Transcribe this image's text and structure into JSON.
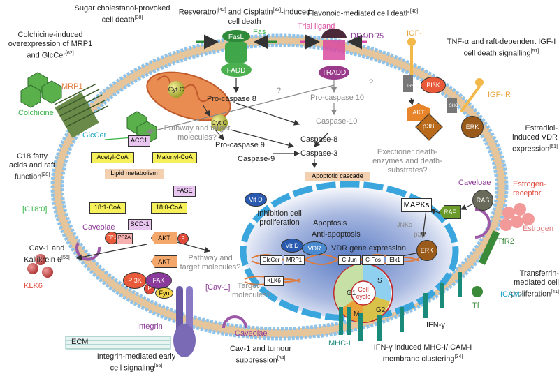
{
  "captions": {
    "sugar": "Sugar cholestanol-provoked cell death",
    "sugar_ref": "[38]",
    "resveratrol": "Resveratrol",
    "resveratrol_ref": "[42]",
    "cisplatin": " and Cisplatin",
    "cisplatin_ref": "[32]",
    "res_tail": "-induced cell death",
    "flavonoid": "Flavonoid-mediated cell death",
    "flavonoid_ref": "[40]",
    "colchicine_caption": "Colchicine-induced overexpression of MRP1 and GlcCer",
    "colchicine_ref": "[62]",
    "tnf": "TNF-α and raft-dependent IGF-I cell death signalling",
    "tnf_ref": "[51]",
    "c18": "C18 fatty acids and raft function",
    "c18_ref": "[28]",
    "estradiol": "Estradiol-induced VDR expression",
    "estradiol_ref": "[61]",
    "cav1_kallikrein": "Cav-1 and Kallikrein 6",
    "cav1_ref": "[55]",
    "transferrin": "Transferrin-mediated cell proliferation",
    "transferrin_ref": "[41]",
    "integrin_caption": "Integrin-mediated early cell signaling",
    "integrin_ref": "[56]",
    "cav1_tumour": "Cav-1 and tumour suppression",
    "cav1_tumour_ref": "[54]",
    "ifn": "IFN-γ induced MHC-I/ICAM-I membrane clustering",
    "ifn_ref": "[34]"
  },
  "labels": {
    "fasl": "FasL",
    "fas": "Fas",
    "fadd": "FADD",
    "trial_ligand": "Trial ligand",
    "dr": "DR4/DR5",
    "tradd": "TRADD",
    "igf1": "IGF-I",
    "igf1r": "IGF-IR",
    "pi3k_top": "PI3K",
    "akt_top": "AKT",
    "p38": "p38",
    "erk_top": "ERK",
    "irs": "IRS",
    "shc": "SHC",
    "mrp1": "MRP1",
    "colchicine": "Colchicine",
    "glccer": "GlcCer",
    "cytc1": "Cyt C",
    "cytc2": "Cyt C",
    "procasp8": "Pro-caspase 8",
    "procasp10": "Pro-caspase 10",
    "casp10": "Caspase-10",
    "casp8": "Caspase-8",
    "procasp9": "Pro-caspase 9",
    "casp9": "Caspase-9",
    "casp3": "Caspase-3",
    "qmark1": "?",
    "qmark2": "?",
    "pathway1": "Pathway and target molecules?",
    "pathway2": "Pathway and target molecules?",
    "executioner": "Exectioner death-enzymes and death-substrates?",
    "acc1": "ACC1",
    "acetylcoa": "Acetyl-CoA",
    "malonylcoa": "Malonyl-CoA",
    "lipid_metab": "Lipid metabolism",
    "fase": "FASE",
    "c18coa1": "18:1-CoA",
    "c18coa0": "18:0-CoA",
    "scd1": "SCD-1",
    "c18_0": "[C18:0]",
    "apoptotic_cascade": "Apoptotic cascade",
    "vitd1": "Vit D",
    "vitd2": "Vit D",
    "vdr": "VDR",
    "inhibition": "Inhibition cell proliferation",
    "apoptosis": "Apoptosis",
    "anti_apoptosis": "Anti-apoptosis",
    "vdr_gene": "VDR gene expression",
    "glccer_dna": "GlcCer",
    "mrp1_dna": "MRP1",
    "cjun": "C-Jun",
    "cfos": "C-Fos",
    "elk1": "Elk1",
    "klk6_dna": "KLK6",
    "cell_cycle": "Cell cycle",
    "g1": "G1",
    "s": "S",
    "g2": "G2",
    "m": "M",
    "mapks": "MAPKs",
    "jnks": "JNKs",
    "p38_mid": "p38",
    "erk_mid": "ERK",
    "raf": "RAF",
    "ras": "RAS",
    "caveolae_right": "Caveloae",
    "estrogen_receptor": "Estrogen-receptor",
    "estrogen": "Estrogen",
    "tfr2": "TfR2",
    "tf": "Tf",
    "icam": "ICAM-I",
    "ifn_g": "IFN-γ",
    "mhc": "MHC-I",
    "caveolae_left": "Caveolae",
    "pp1": "PP1",
    "pp2a": "PP2A",
    "akt_left": "AKT",
    "p1": "P",
    "akt_left2": "AKT",
    "pathway3": "Pathway and target molecules?",
    "klk6": "KLK6",
    "pi3k_left": "PI3K",
    "p2": "P",
    "fak": "FAK",
    "fyn": "Fyn",
    "integrin": "Integrin",
    "ecm": "ECM",
    "cav1_bracket": "[Cav-1]",
    "target_molecules": "Target molecules?",
    "caveolae_bottom": "Caveolae"
  },
  "colors": {
    "membrane_head": "#8fc3ea",
    "membrane_tail": "#e7c59a",
    "nucleus_outer": "#3aa6dd",
    "mitochondrion": "#e98c52",
    "caveolae": "#9b59a6",
    "green_text": "#3ab54a",
    "purple_text": "#8b3a96",
    "red_text": "#e04a3a",
    "orange_text": "#e8a33a",
    "cyan_text": "#1aa6c8"
  }
}
